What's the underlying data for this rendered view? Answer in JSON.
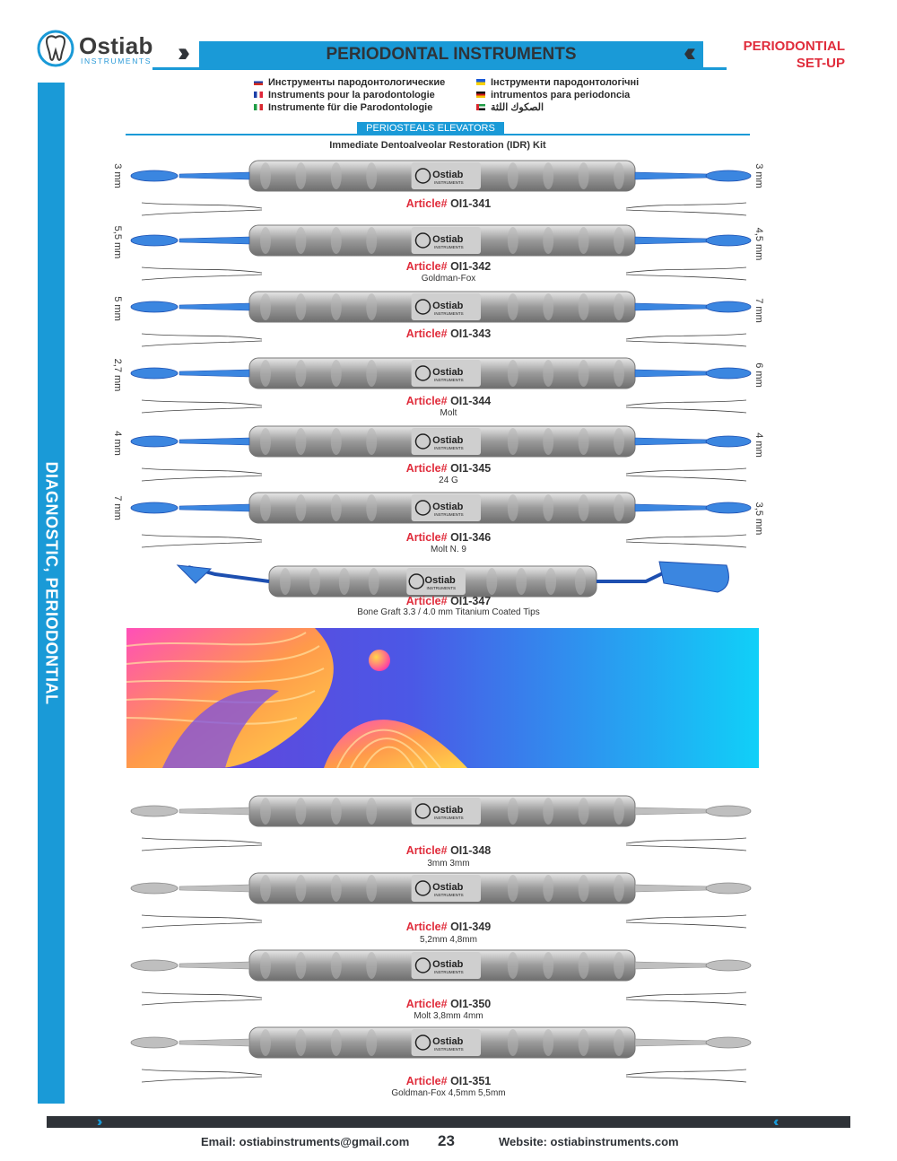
{
  "header": {
    "brand": "Ostiab",
    "brand_sub": "INSTRUMENTS",
    "title": "PERIODONTAL INSTRUMENTS",
    "category_line1": "PERIODONTIAL",
    "category_line2": "SET-UP"
  },
  "side_label": "DIAGNOSTIC, PERIODONTIAL",
  "languages": [
    {
      "flag": "ru",
      "text": "Инструменты пародонтологические"
    },
    {
      "flag": "ua",
      "text": "Інструменти пародонтологічні"
    },
    {
      "flag": "fr",
      "text": "Instruments pour la parodontologie"
    },
    {
      "flag": "de",
      "text": "intrumentos para periodoncia"
    },
    {
      "flag": "it",
      "text": "Instrumente für die Parodontologie"
    },
    {
      "flag": "ae",
      "text": "الصكوك اللثة"
    }
  ],
  "section": {
    "title": "PERIOSTEALS ELEVATORS",
    "subtitle": "Immediate Dentoalveolar Restoration (IDR) Kit"
  },
  "article_label": "Article#",
  "handle_brand": "Ostiab",
  "handle_brand_sub": "INSTRUMENTS",
  "colors": {
    "accent_blue": "#1a9ad7",
    "article_red": "#e02d3c",
    "dark": "#2f3338",
    "tip_blue": "#3b86e0",
    "steel": "#c7c7c7"
  },
  "instruments": [
    {
      "article": "OI1-341",
      "desc": "",
      "left_size": "3 mm",
      "right_size": "3 mm",
      "finish": "blue"
    },
    {
      "article": "OI1-342",
      "desc": "Goldman-Fox",
      "left_size": "5,5 mm",
      "right_size": "4,5 mm",
      "finish": "blue"
    },
    {
      "article": "OI1-343",
      "desc": "",
      "left_size": "5 mm",
      "right_size": "7 mm",
      "finish": "blue"
    },
    {
      "article": "OI1-344",
      "desc": "Molt",
      "left_size": "2,7 mm",
      "right_size": "6 mm",
      "finish": "blue"
    },
    {
      "article": "OI1-345",
      "desc": "24 G",
      "left_size": "4 mm",
      "right_size": "4 mm",
      "finish": "blue"
    },
    {
      "article": "OI1-346",
      "desc": "Molt N. 9",
      "left_size": "7 mm",
      "right_size": "3,5 mm",
      "finish": "blue"
    },
    {
      "article": "OI1-347",
      "desc": "Bone Graft 3.3 / 4.0 mm Titanium Coated Tips",
      "left_size": "",
      "right_size": "",
      "finish": "blue-angled"
    },
    {
      "article": "OI1-348",
      "desc": "3mm 3mm",
      "left_size": "",
      "right_size": "",
      "finish": "steel"
    },
    {
      "article": "OI1-349",
      "desc": "5,2mm 4,8mm",
      "left_size": "",
      "right_size": "",
      "finish": "steel"
    },
    {
      "article": "OI1-350",
      "desc": "Molt 3,8mm 4mm",
      "left_size": "",
      "right_size": "",
      "finish": "steel"
    },
    {
      "article": "OI1-351",
      "desc": "Goldman-Fox 4,5mm 5,5mm",
      "left_size": "",
      "right_size": "",
      "finish": "steel"
    }
  ],
  "footer": {
    "email": "Email: ostiabinstruments@gmail.com",
    "page_number": "23",
    "website": "Website: ostiabinstruments.com"
  }
}
